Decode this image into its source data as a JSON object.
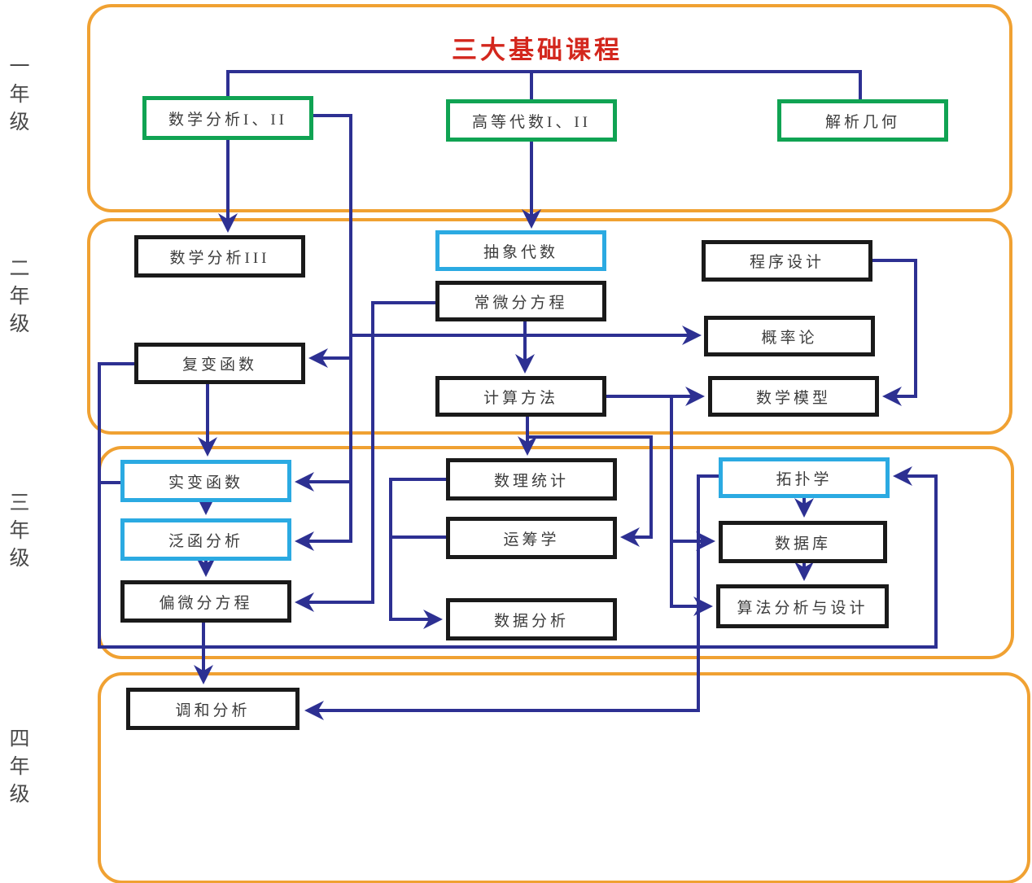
{
  "title": "三大基础课程",
  "colors": {
    "panel_border": "#F0A132",
    "wire": "#2D3092",
    "foundation_box_border": "#10A353",
    "highlight_box_border": "#2BAAE2",
    "normal_box_border": "#1a1a1a",
    "title_red": "#D3271D",
    "text": "#3c3c3c"
  },
  "years": [
    {
      "label": "一年级"
    },
    {
      "label": "二年级"
    },
    {
      "label": "三年级"
    },
    {
      "label": "四年级"
    }
  ],
  "courses": {
    "math_analysis_12": {
      "label": "数学分析I、II"
    },
    "advanced_algebra_12": {
      "label": "高等代数I、II"
    },
    "analytic_geometry": {
      "label": "解析几何"
    },
    "math_analysis_3": {
      "label": "数学分析III"
    },
    "abstract_algebra": {
      "label": "抽象代数"
    },
    "ode": {
      "label": "常微分方程"
    },
    "programming": {
      "label": "程序设计"
    },
    "probability": {
      "label": "概率论"
    },
    "complex_function": {
      "label": "复变函数"
    },
    "computational_method": {
      "label": "计算方法"
    },
    "math_model": {
      "label": "数学模型"
    },
    "real_function": {
      "label": "实变函数"
    },
    "functional_analysis": {
      "label": "泛函分析"
    },
    "pde": {
      "label": "偏微分方程"
    },
    "math_statistics": {
      "label": "数理统计"
    },
    "operations_research": {
      "label": "运筹学"
    },
    "data_analysis": {
      "label": "数据分析"
    },
    "topology": {
      "label": "拓扑学"
    },
    "database": {
      "label": "数据库"
    },
    "algorithm_design": {
      "label": "算法分析与设计"
    },
    "harmonic_analysis": {
      "label": "调和分析"
    }
  },
  "edges": [
    {
      "from": "数学分析I、II",
      "to": "数学分析III"
    },
    {
      "from": "数学分析I、II",
      "to": "复变函数"
    },
    {
      "from": "数学分析I、II",
      "to": "实变函数"
    },
    {
      "from": "数学分析I、II",
      "to": "泛函分析"
    },
    {
      "from": "数学分析I、II",
      "to": "概率论"
    },
    {
      "from": "高等代数I、II",
      "to": "抽象代数"
    },
    {
      "from": "常微分方程",
      "to": "概率论"
    },
    {
      "from": "常微分方程",
      "to": "计算方法"
    },
    {
      "from": "常微分方程",
      "to": "偏微分方程"
    },
    {
      "from": "程序设计",
      "to": "数学模型"
    },
    {
      "from": "计算方法",
      "to": "数学模型"
    },
    {
      "from": "计算方法",
      "to": "数理统计"
    },
    {
      "from": "计算方法",
      "to": "运筹学"
    },
    {
      "from": "计算方法",
      "to": "数据库"
    },
    {
      "from": "计算方法",
      "to": "算法分析与设计"
    },
    {
      "from": "复变函数",
      "to": "实变函数"
    },
    {
      "from": "复变函数",
      "to": "拓扑学"
    },
    {
      "from": "实变函数",
      "to": "拓扑学"
    },
    {
      "from": "实变函数",
      "to": "泛函分析"
    },
    {
      "from": "泛函分析",
      "to": "偏微分方程"
    },
    {
      "from": "数理统计",
      "to": "数据分析"
    },
    {
      "from": "运筹学",
      "to": "数据分析"
    },
    {
      "from": "拓扑学",
      "to": "数据库"
    },
    {
      "from": "数据库",
      "to": "算法分析与设计"
    },
    {
      "from": "拓扑学",
      "to": "调和分析"
    },
    {
      "from": "偏微分方程",
      "to": "调和分析"
    }
  ]
}
